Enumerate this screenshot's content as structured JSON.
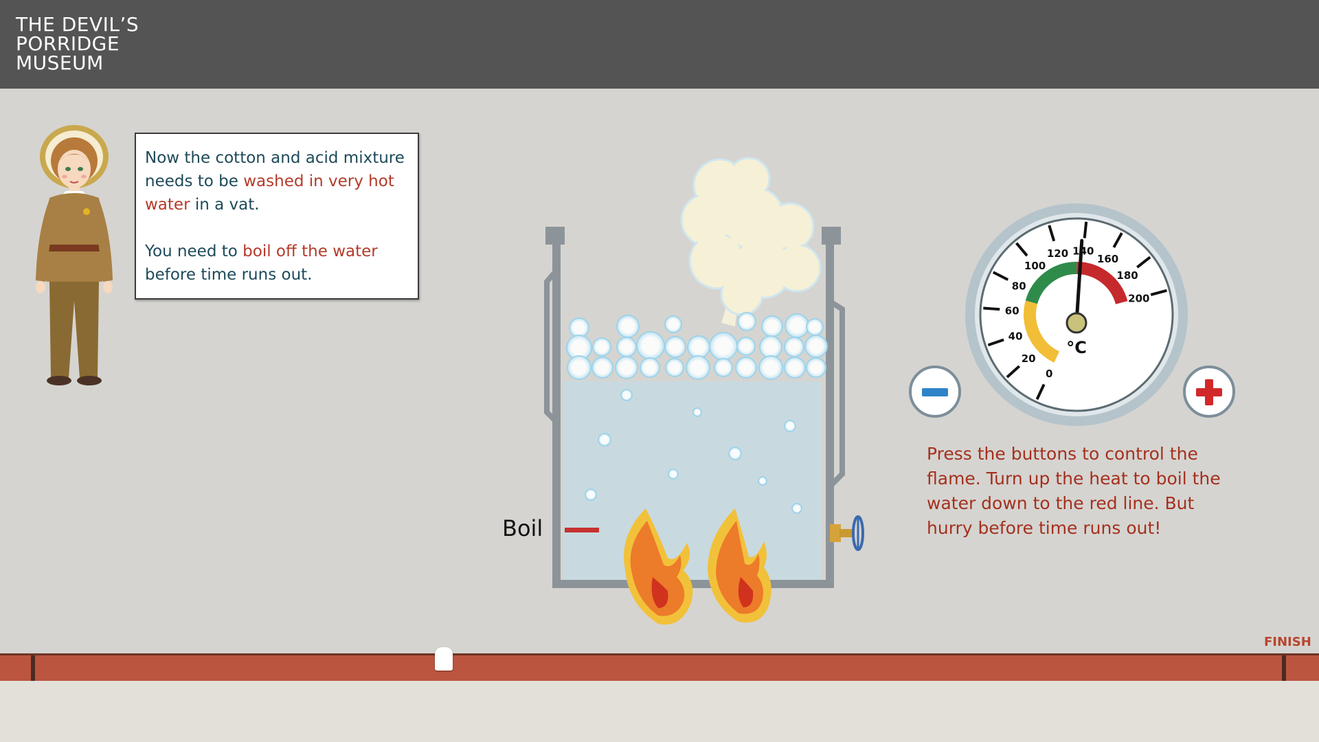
{
  "logo": {
    "line1": "THE DEVIL’S",
    "line2": "PORRIDGE",
    "line3": "MUSEUM"
  },
  "speech": {
    "p1_a": "Now the cotton and acid mixture needs to be ",
    "p1_hl": "washed in very hot water",
    "p1_b": " in a vat.",
    "p2_a": "You need to ",
    "p2_hl": "boil off the water",
    "p2_b": " before time runs out."
  },
  "vat": {
    "boil_label": "Boil"
  },
  "gauge": {
    "unit": "°C",
    "ticks": [
      "0",
      "20",
      "40",
      "60",
      "80",
      "100",
      "120",
      "140",
      "160",
      "180",
      "200"
    ],
    "value": 138,
    "zones": [
      "#f2be37",
      "#2e8b4a",
      "#c6292b"
    ]
  },
  "controls": {
    "minus_icon": "minus-icon",
    "plus_icon": "plus-icon"
  },
  "instructions": {
    "text": "Press the buttons to control the flame. Turn up the heat to boil the water down to the red line. But hurry before time runs out!"
  },
  "timeline": {
    "finish_label": "FINISH",
    "progress": 0.33
  },
  "colors": {
    "header": "#545454",
    "accent_red": "#b33b2a",
    "text_teal": "#1e4a5a",
    "bar": "#bc5540"
  }
}
